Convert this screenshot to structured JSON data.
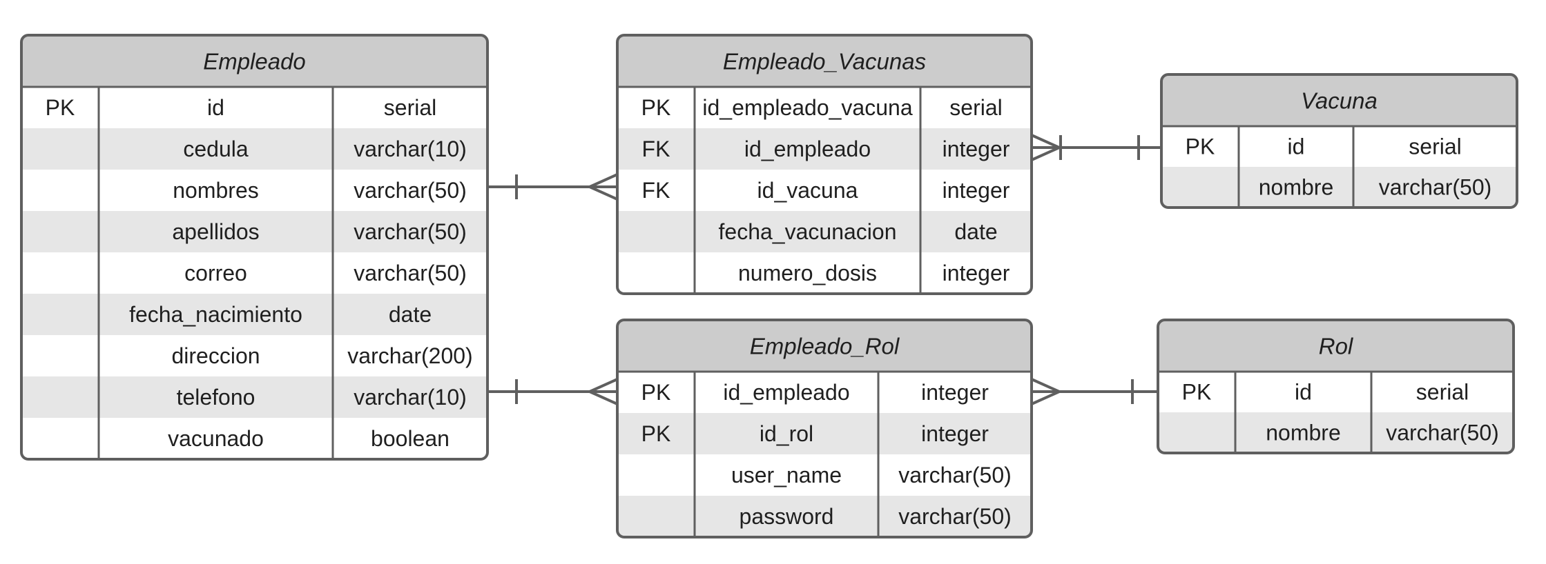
{
  "tables": [
    {
      "id": "empleado",
      "name": "Empleado",
      "rows": [
        [
          "PK",
          "id",
          "serial"
        ],
        [
          "",
          "cedula",
          "varchar(10)"
        ],
        [
          "",
          "nombres",
          "varchar(50)"
        ],
        [
          "",
          "apellidos",
          "varchar(50)"
        ],
        [
          "",
          "correo",
          "varchar(50)"
        ],
        [
          "",
          "fecha_nacimiento",
          "date"
        ],
        [
          "",
          "direccion",
          "varchar(200)"
        ],
        [
          "",
          "telefono",
          "varchar(10)"
        ],
        [
          "",
          "vacunado",
          "boolean"
        ]
      ]
    },
    {
      "id": "empleado-vacunas",
      "name": "Empleado_Vacunas",
      "rows": [
        [
          "PK",
          "id_empleado_vacuna",
          "serial"
        ],
        [
          "FK",
          "id_empleado",
          "integer"
        ],
        [
          "FK",
          "id_vacuna",
          "integer"
        ],
        [
          "",
          "fecha_vacunacion",
          "date"
        ],
        [
          "",
          "numero_dosis",
          "integer"
        ]
      ]
    },
    {
      "id": "vacuna",
      "name": "Vacuna",
      "rows": [
        [
          "PK",
          "id",
          "serial"
        ],
        [
          "",
          "nombre",
          "varchar(50)"
        ]
      ]
    },
    {
      "id": "empleado-rol",
      "name": "Empleado_Rol",
      "rows": [
        [
          "PK",
          "id_empleado",
          "integer"
        ],
        [
          "PK",
          "id_rol",
          "integer"
        ],
        [
          "",
          "user_name",
          "varchar(50)"
        ],
        [
          "",
          "password",
          "varchar(50)"
        ]
      ]
    },
    {
      "id": "rol",
      "name": "Rol",
      "rows": [
        [
          "PK",
          "id",
          "serial"
        ],
        [
          "",
          "nombre",
          "varchar(50)"
        ]
      ]
    }
  ],
  "relationships": [
    {
      "from": "empleado",
      "to": "empleado-vacunas",
      "from_cardinality": "one",
      "to_cardinality": "many"
    },
    {
      "from": "vacuna",
      "to": "empleado-vacunas",
      "from_cardinality": "one",
      "to_cardinality": "many"
    },
    {
      "from": "empleado",
      "to": "empleado-rol",
      "from_cardinality": "one",
      "to_cardinality": "many"
    },
    {
      "from": "rol",
      "to": "empleado-rol",
      "from_cardinality": "one",
      "to_cardinality": "many"
    }
  ]
}
